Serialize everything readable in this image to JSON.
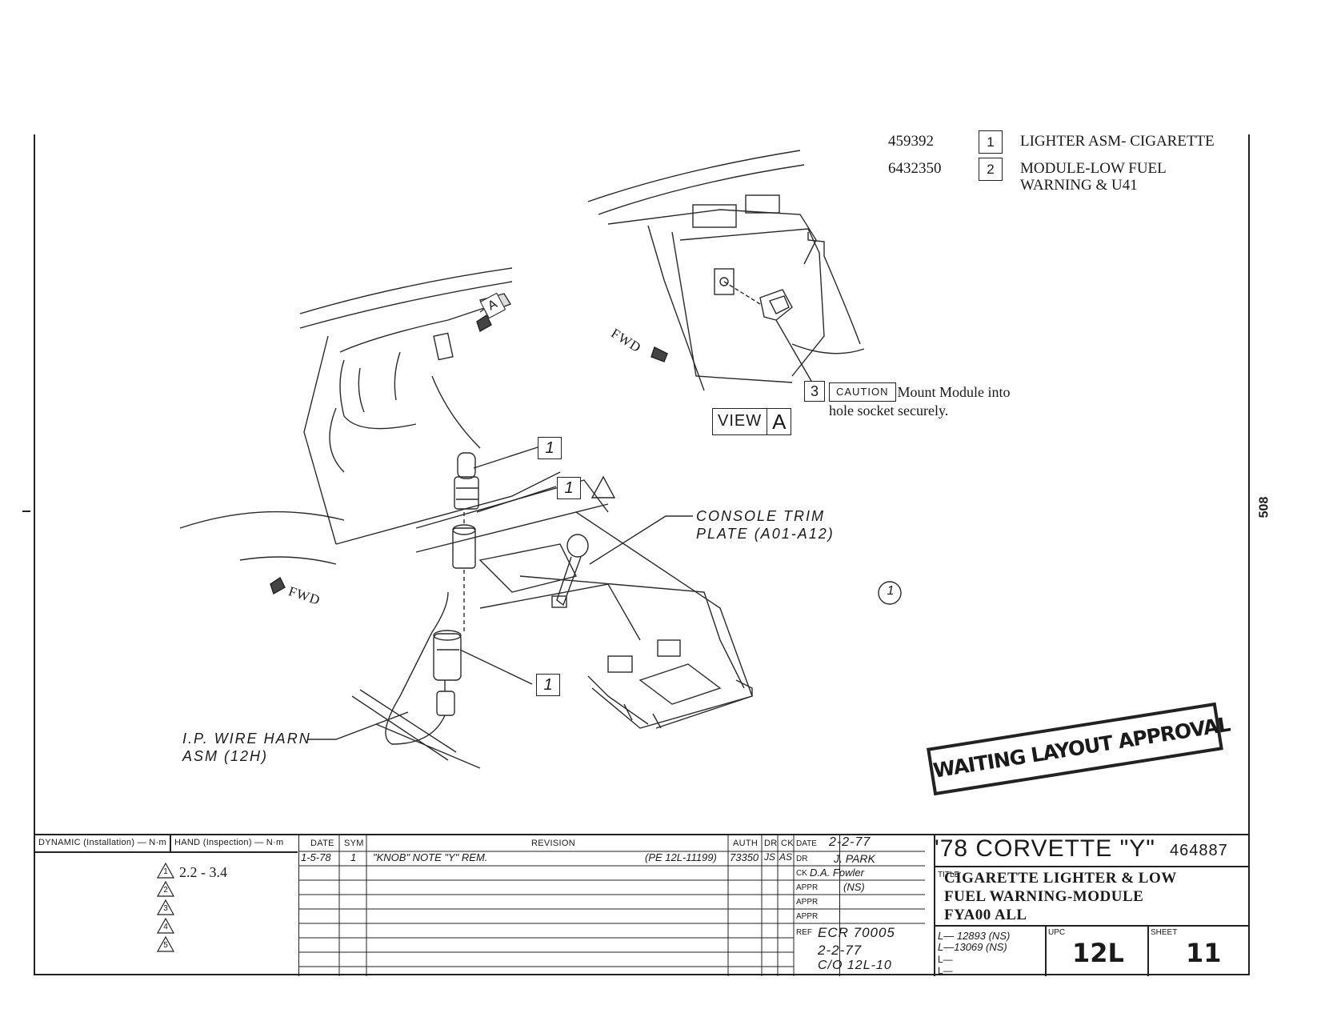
{
  "parts": [
    {
      "number": "459392",
      "index": "1",
      "description": [
        "LIGHTER ASM- CIGARETTE"
      ]
    },
    {
      "number": "6432350",
      "index": "2",
      "description": [
        "MODULE-LOW FUEL",
        "WARNING & U41"
      ]
    }
  ],
  "callouts": {
    "console_trim": [
      "CONSOLE TRIM",
      "PLATE (A01-A12)"
    ],
    "wire_harn": [
      "I.P. WIRE HARN",
      "ASM (12H)"
    ],
    "box_1a": "1",
    "box_1b": "1",
    "box_1c": "1",
    "view_tag": "A",
    "view_label_text": "VIEW",
    "view_label_letter": "A",
    "note_index": "3",
    "caution_badge": "CAUTION",
    "caution_text_line1": "Mount Module into",
    "caution_text_line2": "hole socket securely.",
    "fwd_top": "FWD",
    "fwd_left": "FWD",
    "circle_note": "1"
  },
  "stamp": "WAITING LAYOUT APPROVAL",
  "side_number": "508",
  "title_block": {
    "torque_headers": {
      "dynamic": "DYNAMIC (Installation) — N·m",
      "hand": "HAND (Inspection) — N·m"
    },
    "torque_rows": [
      {
        "mark": "1",
        "value": "2.2 - 3.4"
      },
      {
        "mark": "2",
        "value": ""
      },
      {
        "mark": "3",
        "value": ""
      },
      {
        "mark": "4",
        "value": ""
      },
      {
        "mark": "5",
        "value": ""
      }
    ],
    "revision_headers": {
      "date": "DATE",
      "sym": "SYM",
      "revision": "REVISION",
      "auth": "AUTH",
      "dr": "DR",
      "ck": "CK"
    },
    "revision_rows": [
      {
        "date": "1-5-78",
        "sym": "1",
        "revision": "\"KNOB\" NOTE \"Y\" REM.",
        "ref": "(PE 12L-11199)",
        "auth": "73350",
        "dr": "JS",
        "ck": "AS"
      }
    ],
    "approvals": {
      "date_label": "DATE",
      "date_value": "2-2-77",
      "dr_label": "DR",
      "dr_value": "J. PARK",
      "ck_label": "CK",
      "ck_value": "D.A. Fowler",
      "appr1_label": "APPR",
      "appr1_value": "(NS)",
      "appr2_label": "APPR",
      "appr3_label": "APPR"
    },
    "ref": {
      "label": "REF",
      "lines": [
        "ECR 70005",
        "2-2-77",
        "C/O 12L-10"
      ]
    },
    "title_main": "'78 CORVETTE \"Y\"",
    "title_number": "464887",
    "title_label": "TITLE",
    "title_lines": [
      "CIGARETTE LIGHTER & LOW",
      "FUEL WARNING-MODULE",
      "FYA00  ALL"
    ],
    "l_lines": [
      "L— 12893 (NS)",
      "L—13069 (NS)",
      "L—",
      "L—"
    ],
    "upc_label": "UPC",
    "upc_value": "12L",
    "sheet_label": "SHEET",
    "sheet_value": "11"
  }
}
